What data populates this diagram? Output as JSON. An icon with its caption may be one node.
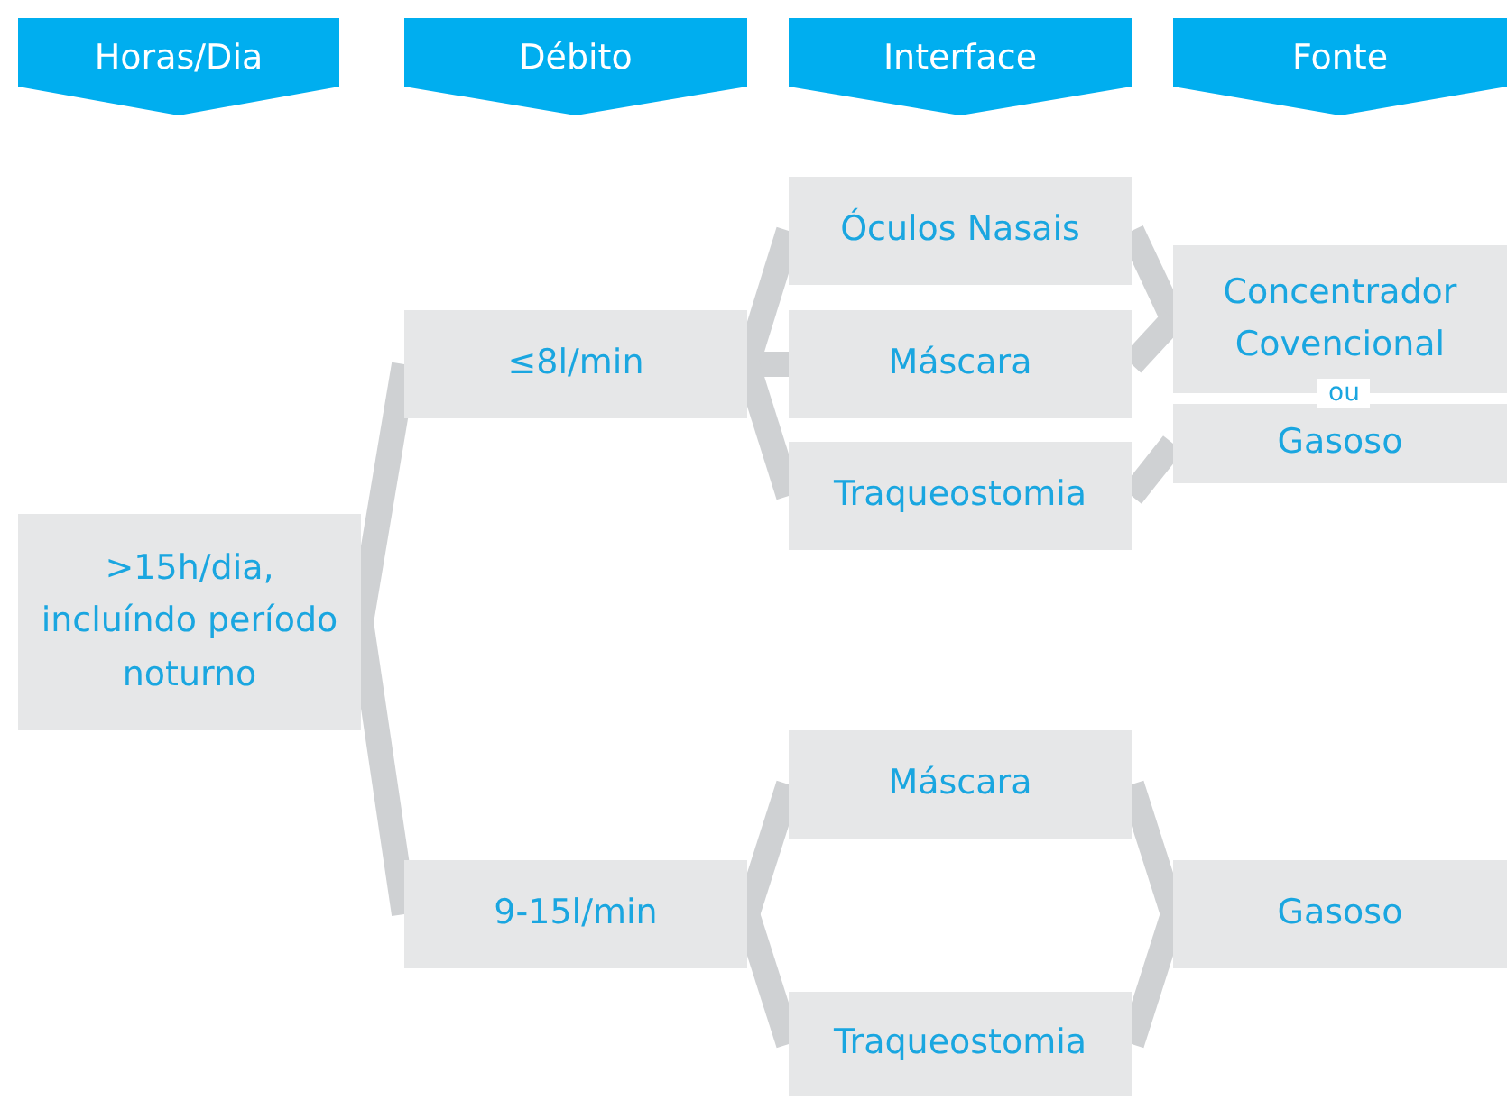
{
  "diagram": {
    "nodes": [
      {
        "text": [
          "Horas/Dia"
        ]
      },
      {
        "text": [
          "Débito"
        ]
      },
      {
        "text": [
          "Interface"
        ]
      },
      {
        "text": [
          "Fonte"
        ]
      },
      {
        "text": [
          ">15h/dia, incluíndo período noturno"
        ]
      },
      {
        "text": [
          "≤8l/min"
        ]
      },
      {
        "text": [
          "9-15l/min"
        ]
      },
      {
        "text": [
          "Óculos Nasais"
        ]
      },
      {
        "text": [
          "Máscara"
        ]
      },
      {
        "text": [
          "Traqueostomia"
        ]
      },
      {
        "text": [
          "Máscara"
        ]
      },
      {
        "text": [
          "Traqueostomia"
        ]
      },
      {
        "text": [
          "Concentrador Covencional"
        ]
      },
      {
        "text": [
          "Gasoso"
        ]
      },
      {
        "text": [
          "Gasoso"
        ]
      }
    ],
    "edges": [
      {
        "from": 4,
        "to": 5,
        "arrow": "none"
      },
      {
        "from": 4,
        "to": 6,
        "arrow": "none"
      },
      {
        "from": 5,
        "to": 7,
        "arrow": "none"
      },
      {
        "from": 5,
        "to": 8,
        "arrow": "none"
      },
      {
        "from": 5,
        "to": 9,
        "arrow": "none"
      },
      {
        "from": 6,
        "to": 10,
        "arrow": "none"
      },
      {
        "from": 6,
        "to": 11,
        "arrow": "none"
      },
      {
        "from": 7,
        "to": 12,
        "arrow": "none"
      },
      {
        "from": 8,
        "to": 12,
        "arrow": "none"
      },
      {
        "from": 9,
        "to": 13,
        "arrow": "none"
      },
      {
        "from": 10,
        "to": 14,
        "arrow": "none"
      },
      {
        "from": 11,
        "to": 14,
        "arrow": "none"
      }
    ],
    "labels": [
      "ou"
    ]
  }
}
